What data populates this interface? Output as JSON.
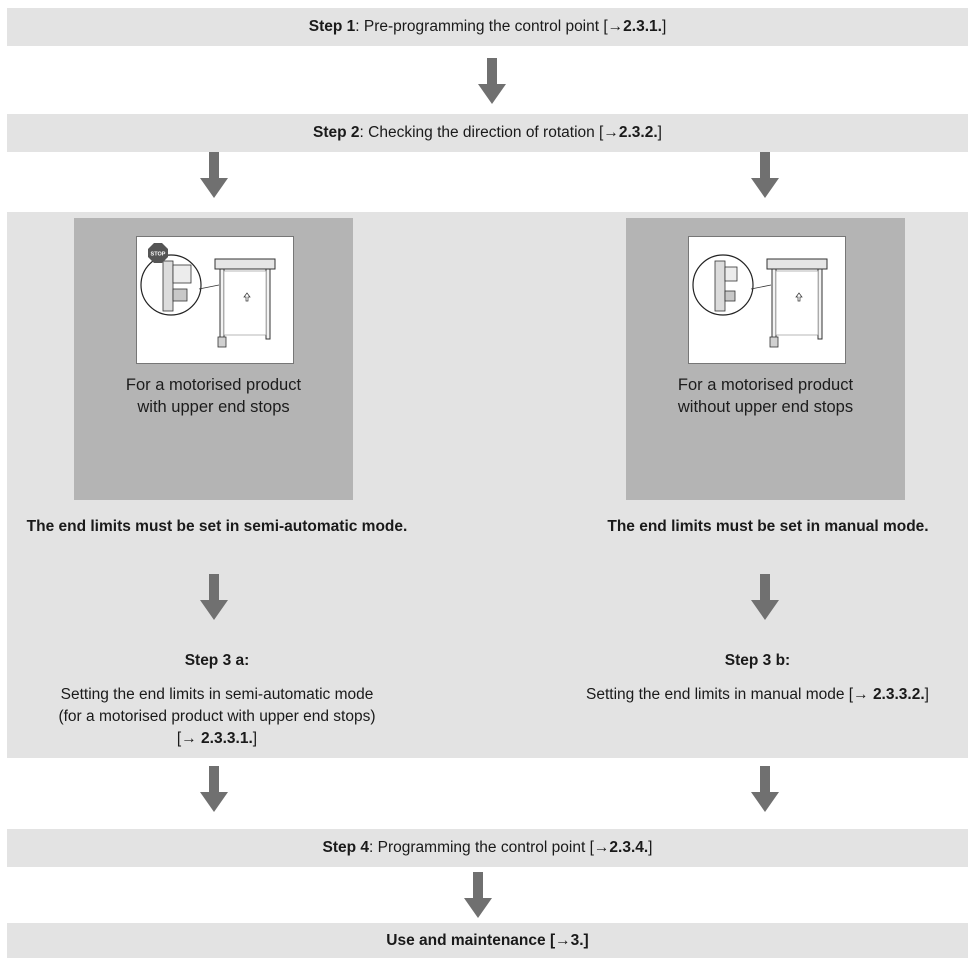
{
  "steps": {
    "step1": {
      "prefix": "Step 1",
      "text": ": Pre-programming the control point [→ ",
      "ref": "2.3.1.",
      "close": "]"
    },
    "step2": {
      "prefix": "Step 2",
      "text": ": Checking the direction of rotation [→ ",
      "ref": "2.3.2.",
      "close": "]"
    },
    "step4": {
      "prefix": "Step 4",
      "text": ": Programming the control point [→ ",
      "ref": "2.3.4.",
      "close": "]"
    },
    "step5": {
      "text": "Use and maintenance [→ ",
      "ref": "3.",
      "close": "]"
    }
  },
  "left_branch": {
    "card_text": "For a motorised product with upper end stops",
    "stop_label": "STOP",
    "mode_text": "The end limits must be set in semi-automatic mode.",
    "step_title": "Step 3 a:",
    "step_line1": "Setting the end limits in semi-automatic mode",
    "step_line2": "(for a motorised product with upper end stops)",
    "step_line3_pre": "[→ ",
    "step_ref": "2.3.3.1.",
    "step_close": "]"
  },
  "right_branch": {
    "card_text": "For a motorised product without upper end stops",
    "mode_text": "The end limits must be set in manual mode.",
    "step_title": "Step 3 b:",
    "step_line1_pre": "Setting the end limits in manual mode [→ ",
    "step_ref": "2.3.3.2.",
    "step_close": "]"
  },
  "colors": {
    "band": "#e3e3e3",
    "card": "#b4b4b4",
    "arrow": "#707070"
  }
}
